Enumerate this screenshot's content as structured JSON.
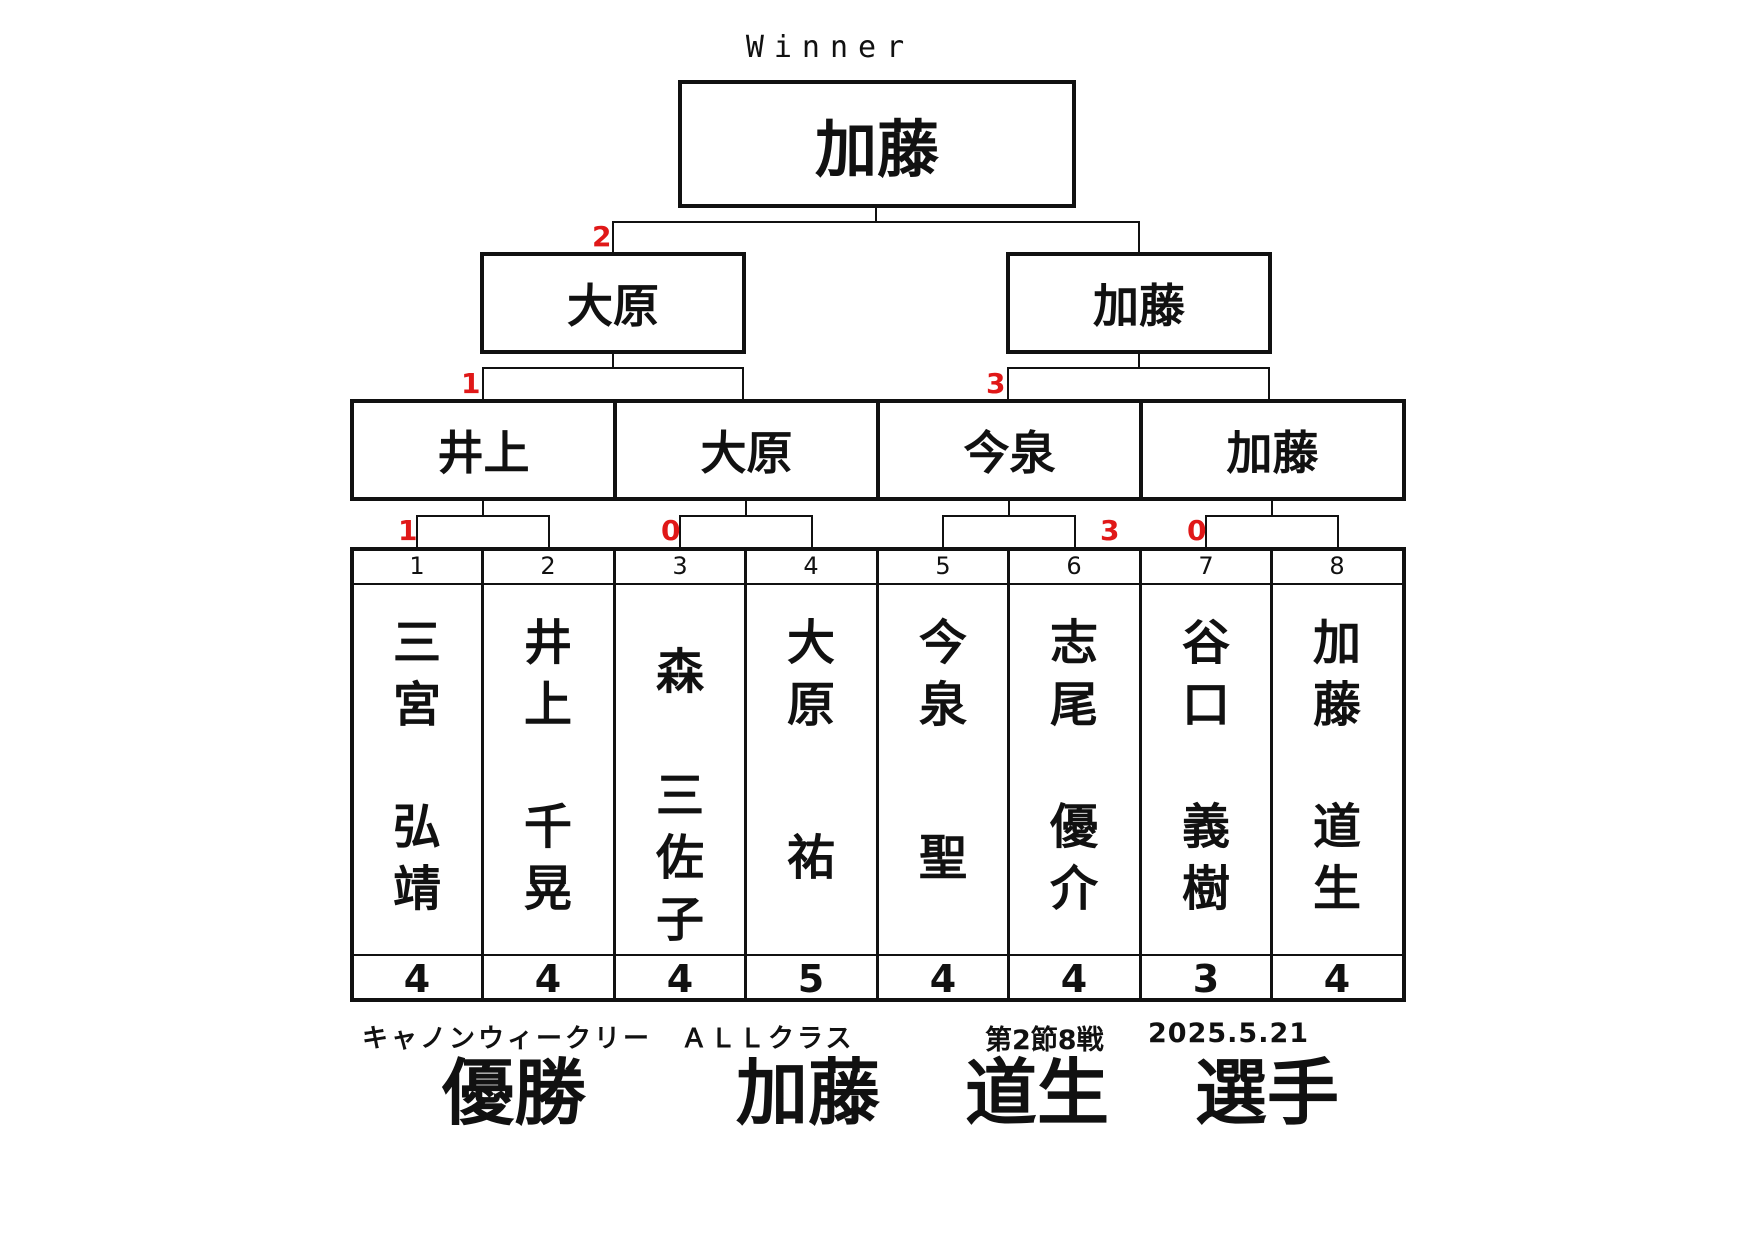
{
  "header": {
    "label": "Winner"
  },
  "champion": "加藤",
  "semifinal": {
    "left": "大原",
    "right": "加藤",
    "left_score": "2"
  },
  "quarterfinal": {
    "names": [
      "井上",
      "大原",
      "今泉",
      "加藤"
    ],
    "scores": {
      "left_match": "1",
      "right_match": "3"
    }
  },
  "first_round_scores": [
    "1",
    "0",
    "3",
    "0"
  ],
  "players": [
    {
      "seed": "1",
      "surname": [
        "三",
        "宮"
      ],
      "given": [
        "弘",
        "靖"
      ],
      "points": "4"
    },
    {
      "seed": "2",
      "surname": [
        "井",
        "上"
      ],
      "given": [
        "千",
        "晃"
      ],
      "points": "4"
    },
    {
      "seed": "3",
      "surname": [
        "森"
      ],
      "given": [
        "三",
        "佐",
        "子"
      ],
      "points": "4"
    },
    {
      "seed": "4",
      "surname": [
        "大",
        "原"
      ],
      "given": [
        "祐"
      ],
      "points": "5"
    },
    {
      "seed": "5",
      "surname": [
        "今",
        "泉"
      ],
      "given": [
        "聖"
      ],
      "points": "4"
    },
    {
      "seed": "6",
      "surname": [
        "志",
        "尾"
      ],
      "given": [
        "優",
        "介"
      ],
      "points": "4"
    },
    {
      "seed": "7",
      "surname": [
        "谷",
        "口"
      ],
      "given": [
        "義",
        "樹"
      ],
      "points": "3"
    },
    {
      "seed": "8",
      "surname": [
        "加",
        "藤"
      ],
      "given": [
        "道",
        "生"
      ],
      "points": "4"
    }
  ],
  "footer": {
    "event": "キャノンウィークリー　ＡＬＬクラス",
    "round": "第2節8戦",
    "date": "2025.5.21",
    "result_label": "優勝",
    "winner_surname": "加藤",
    "winner_given": "道生",
    "honorific": "選手"
  }
}
